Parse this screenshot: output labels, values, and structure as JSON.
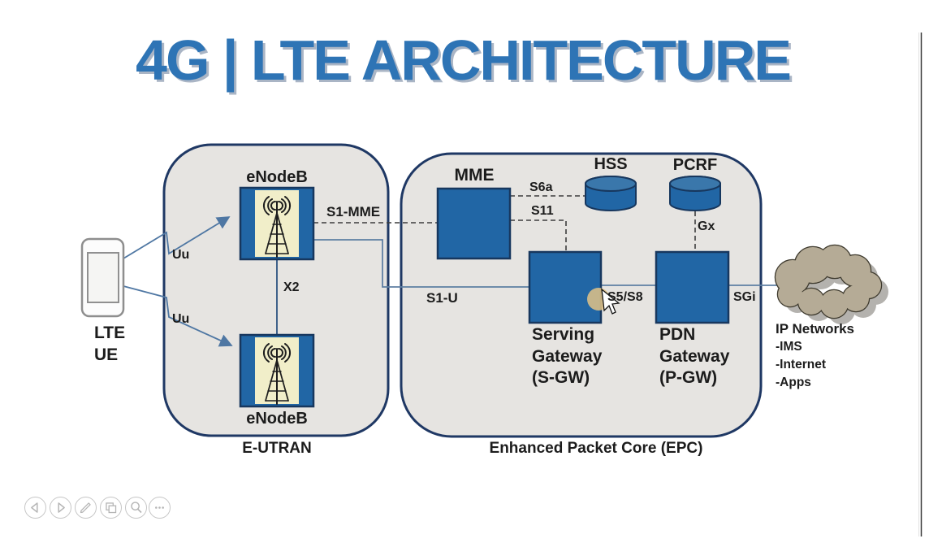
{
  "title": "4G | LTE ARCHITECTURE",
  "colors": {
    "title_blue": "#2E74B5",
    "node_fill": "#2166A5",
    "node_border": "#17375E",
    "container_fill": "#E6E4E1",
    "container_border": "#1F3864",
    "solid_line": "#5E7FA3",
    "dashed_line": "#3D3D3D",
    "cloud_fill": "#B5AB96",
    "enodeb_panel": "#F1EEC9",
    "cursor_highlight": "#E2C386"
  },
  "diagram": {
    "ue": {
      "label": "LTE\nUE"
    },
    "eutran": {
      "label": "E-UTRAN",
      "enodeb_top": "eNodeB",
      "enodeb_bottom": "eNodeB"
    },
    "epc": {
      "label": "Enhanced Packet Core (EPC)",
      "mme": "MME",
      "hss": "HSS",
      "pcrf": "PCRF",
      "sgw": "Serving\nGateway\n(S-GW)",
      "pgw": "PDN\nGateway\n(P-GW)"
    },
    "cloud": {
      "title": "IP Networks",
      "items": [
        "-IMS",
        "-Internet",
        "-Apps"
      ]
    },
    "interfaces": {
      "uu1": "Uu",
      "uu2": "Uu",
      "x2": "X2",
      "s1mme": "S1-MME",
      "s1u": "S1-U",
      "s6a": "S6a",
      "s11": "S11",
      "s5s8": "S5/S8",
      "gx": "Gx",
      "sgi": "SGi"
    }
  },
  "controls": {
    "icons": [
      "previous-arrow",
      "next-arrow",
      "pen",
      "slide-panels",
      "magnifier",
      "more-ellipsis"
    ]
  }
}
